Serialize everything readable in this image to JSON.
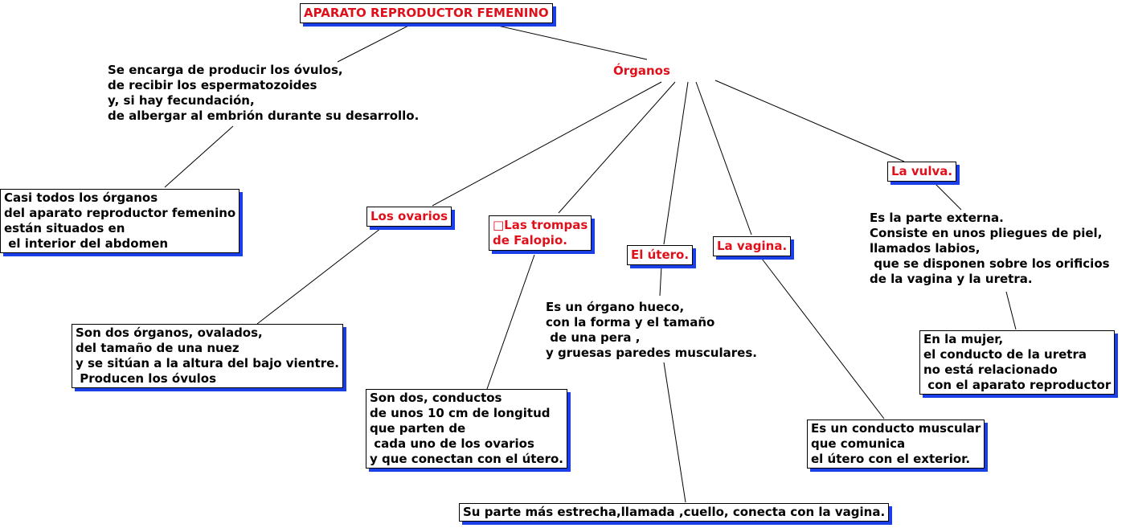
{
  "nodes": {
    "title": "APARATO REPRODUCTOR FEMENINO",
    "function_text": "Se encarga de producir los óvulos,\nde recibir los espermatozoides\ny, si hay fecundación,\nde albergar al embrión durante su desarrollo.",
    "organos": "Órganos",
    "abdomen_box": "Casi todos los órganos\ndel aparato reproductor femenino\nestán situados en\n el interior del abdomen",
    "ovarios": "Los ovarios",
    "ovarios_box": "Son dos órganos, ovalados,\ndel tamaño de una nuez\ny se sitúan a la altura del bajo vientre.\n Producen los óvulos",
    "trompas": "□Las trompas\nde Falopio.",
    "trompas_box": "Son dos, conductos\nde unos 10 cm de longitud\nque parten de\n cada uno de los ovarios\ny que conectan con el útero.",
    "utero": "El útero.",
    "utero_text": "Es un órgano hueco,\ncon la forma y el tamaño\n de una pera ,\ny gruesas paredes musculares.",
    "cuello_box": "Su parte más estrecha,llamada ,cuello, conecta con la vagina.",
    "vagina": "La vagina.",
    "vagina_box": "Es un conducto muscular\nque comunica\nel útero con el exterior.",
    "vulva": "La vulva.",
    "vulva_text": "Es la parte externa.\nConsiste en unos pliegues de piel,\nllamados labios,\n que se disponen sobre los orificios\nde la vagina y la uretra.",
    "uretra_box": "En la mujer,\nel conducto de la uretra\nno está relacionado\n con el aparato reproductor"
  },
  "colors": {
    "heading": "#e0101b",
    "shadow": "#1a3fe6",
    "line": "#000000"
  }
}
